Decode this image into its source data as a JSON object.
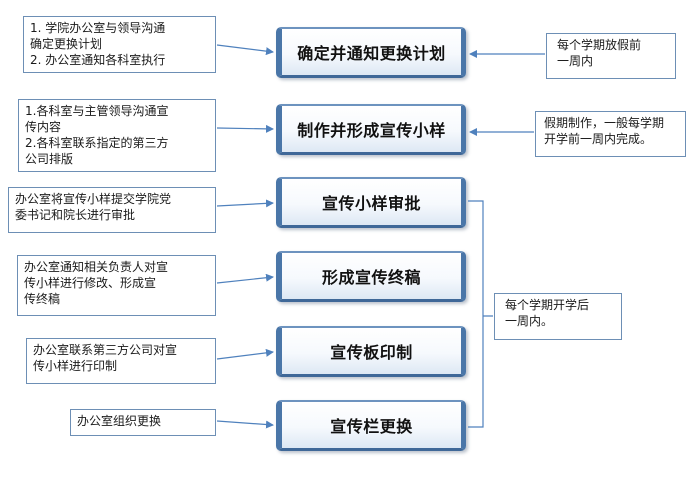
{
  "steps": [
    {
      "label": "确定并通知更换计划"
    },
    {
      "label": "制作并形成宣传小样"
    },
    {
      "label": "宣传小样审批"
    },
    {
      "label": "形成宣传终稿"
    },
    {
      "label": "宣传板印制"
    },
    {
      "label": "宣传栏更换"
    }
  ],
  "left_notes": [
    {
      "lines": [
        "1.  学院办公室与领导沟通",
        "确定更换计划",
        "2.  办公室通知各科室执行"
      ]
    },
    {
      "lines": [
        "1.各科室与主管领导沟通宣",
        "传内容",
        "2.各科室联系指定的第三方",
        "公司排版"
      ]
    },
    {
      "lines": [
        "办公室将宣传小样提交学院党",
        "委书记和院长进行审批"
      ]
    },
    {
      "lines": [
        "办公室通知相关负责人对宣",
        "传小样进行修改、形成宣",
        "传终稿"
      ]
    },
    {
      "lines": [
        "办公室联系第三方公司对宣",
        "传小样进行印制"
      ]
    },
    {
      "lines": [
        "办公室组织更换"
      ]
    }
  ],
  "right_notes": [
    {
      "lines": [
        "每个学期放假前",
        "一周内"
      ]
    },
    {
      "lines": [
        "假期制作，一般每学期",
        "开学前一周内完成。"
      ]
    },
    {
      "lines": [
        "每个学期开学后",
        "一周内。"
      ]
    }
  ],
  "colors": {
    "arrow": "#4f81bd",
    "step_border": "#4a76a8",
    "note_border": "#6d8fb5"
  }
}
